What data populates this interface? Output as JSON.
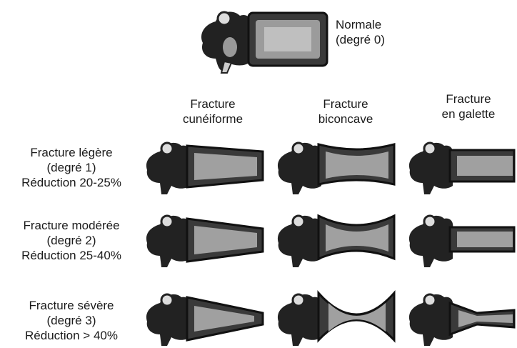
{
  "normal": {
    "line1": "Normale",
    "line2": "(degré 0)"
  },
  "columns": [
    {
      "line1": "Fracture",
      "line2": "cunéiforme"
    },
    {
      "line1": "Fracture",
      "line2": "biconcave"
    },
    {
      "line1": "Fracture",
      "line2": "en galette"
    }
  ],
  "rows": [
    {
      "line1": "Fracture légère",
      "line2": "(degré 1)",
      "line3": "Réduction 20-25%"
    },
    {
      "line1": "Fracture modérée",
      "line2": "(degré 2)",
      "line3": "Réduction 25-40%"
    },
    {
      "line1": "Fracture sévère",
      "line2": "(degré 3)",
      "line3": "Réduction > 40%"
    }
  ]
}
